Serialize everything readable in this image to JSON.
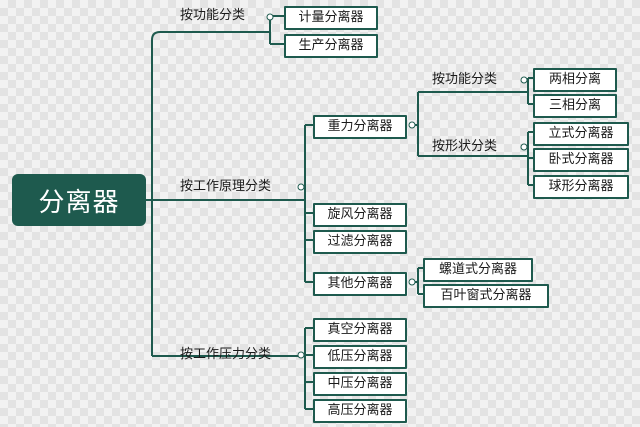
{
  "root": "分离器",
  "by_function": {
    "label": "按功能分类",
    "items": [
      "计量分离器",
      "生产分离器"
    ]
  },
  "by_principle": {
    "label": "按工作原理分类",
    "gravity": {
      "label": "重力分离器",
      "by_function": {
        "label": "按功能分类",
        "items": [
          "两相分离",
          "三相分离"
        ]
      },
      "by_shape": {
        "label": "按形状分类",
        "items": [
          "立式分离器",
          "卧式分离器",
          "球形分离器"
        ]
      }
    },
    "cyclone": "旋风分离器",
    "filter": "过滤分离器",
    "other": {
      "label": "其他分离器",
      "items": [
        "螺道式分离器",
        "百叶窗式分离器"
      ]
    }
  },
  "by_pressure": {
    "label": "按工作压力分类",
    "items": [
      "真空分离器",
      "低压分离器",
      "中压分离器",
      "高压分离器"
    ]
  },
  "colors": {
    "branch": "#1e5a4e",
    "root_text": "#ffffff",
    "background": "#f2f2f2"
  }
}
